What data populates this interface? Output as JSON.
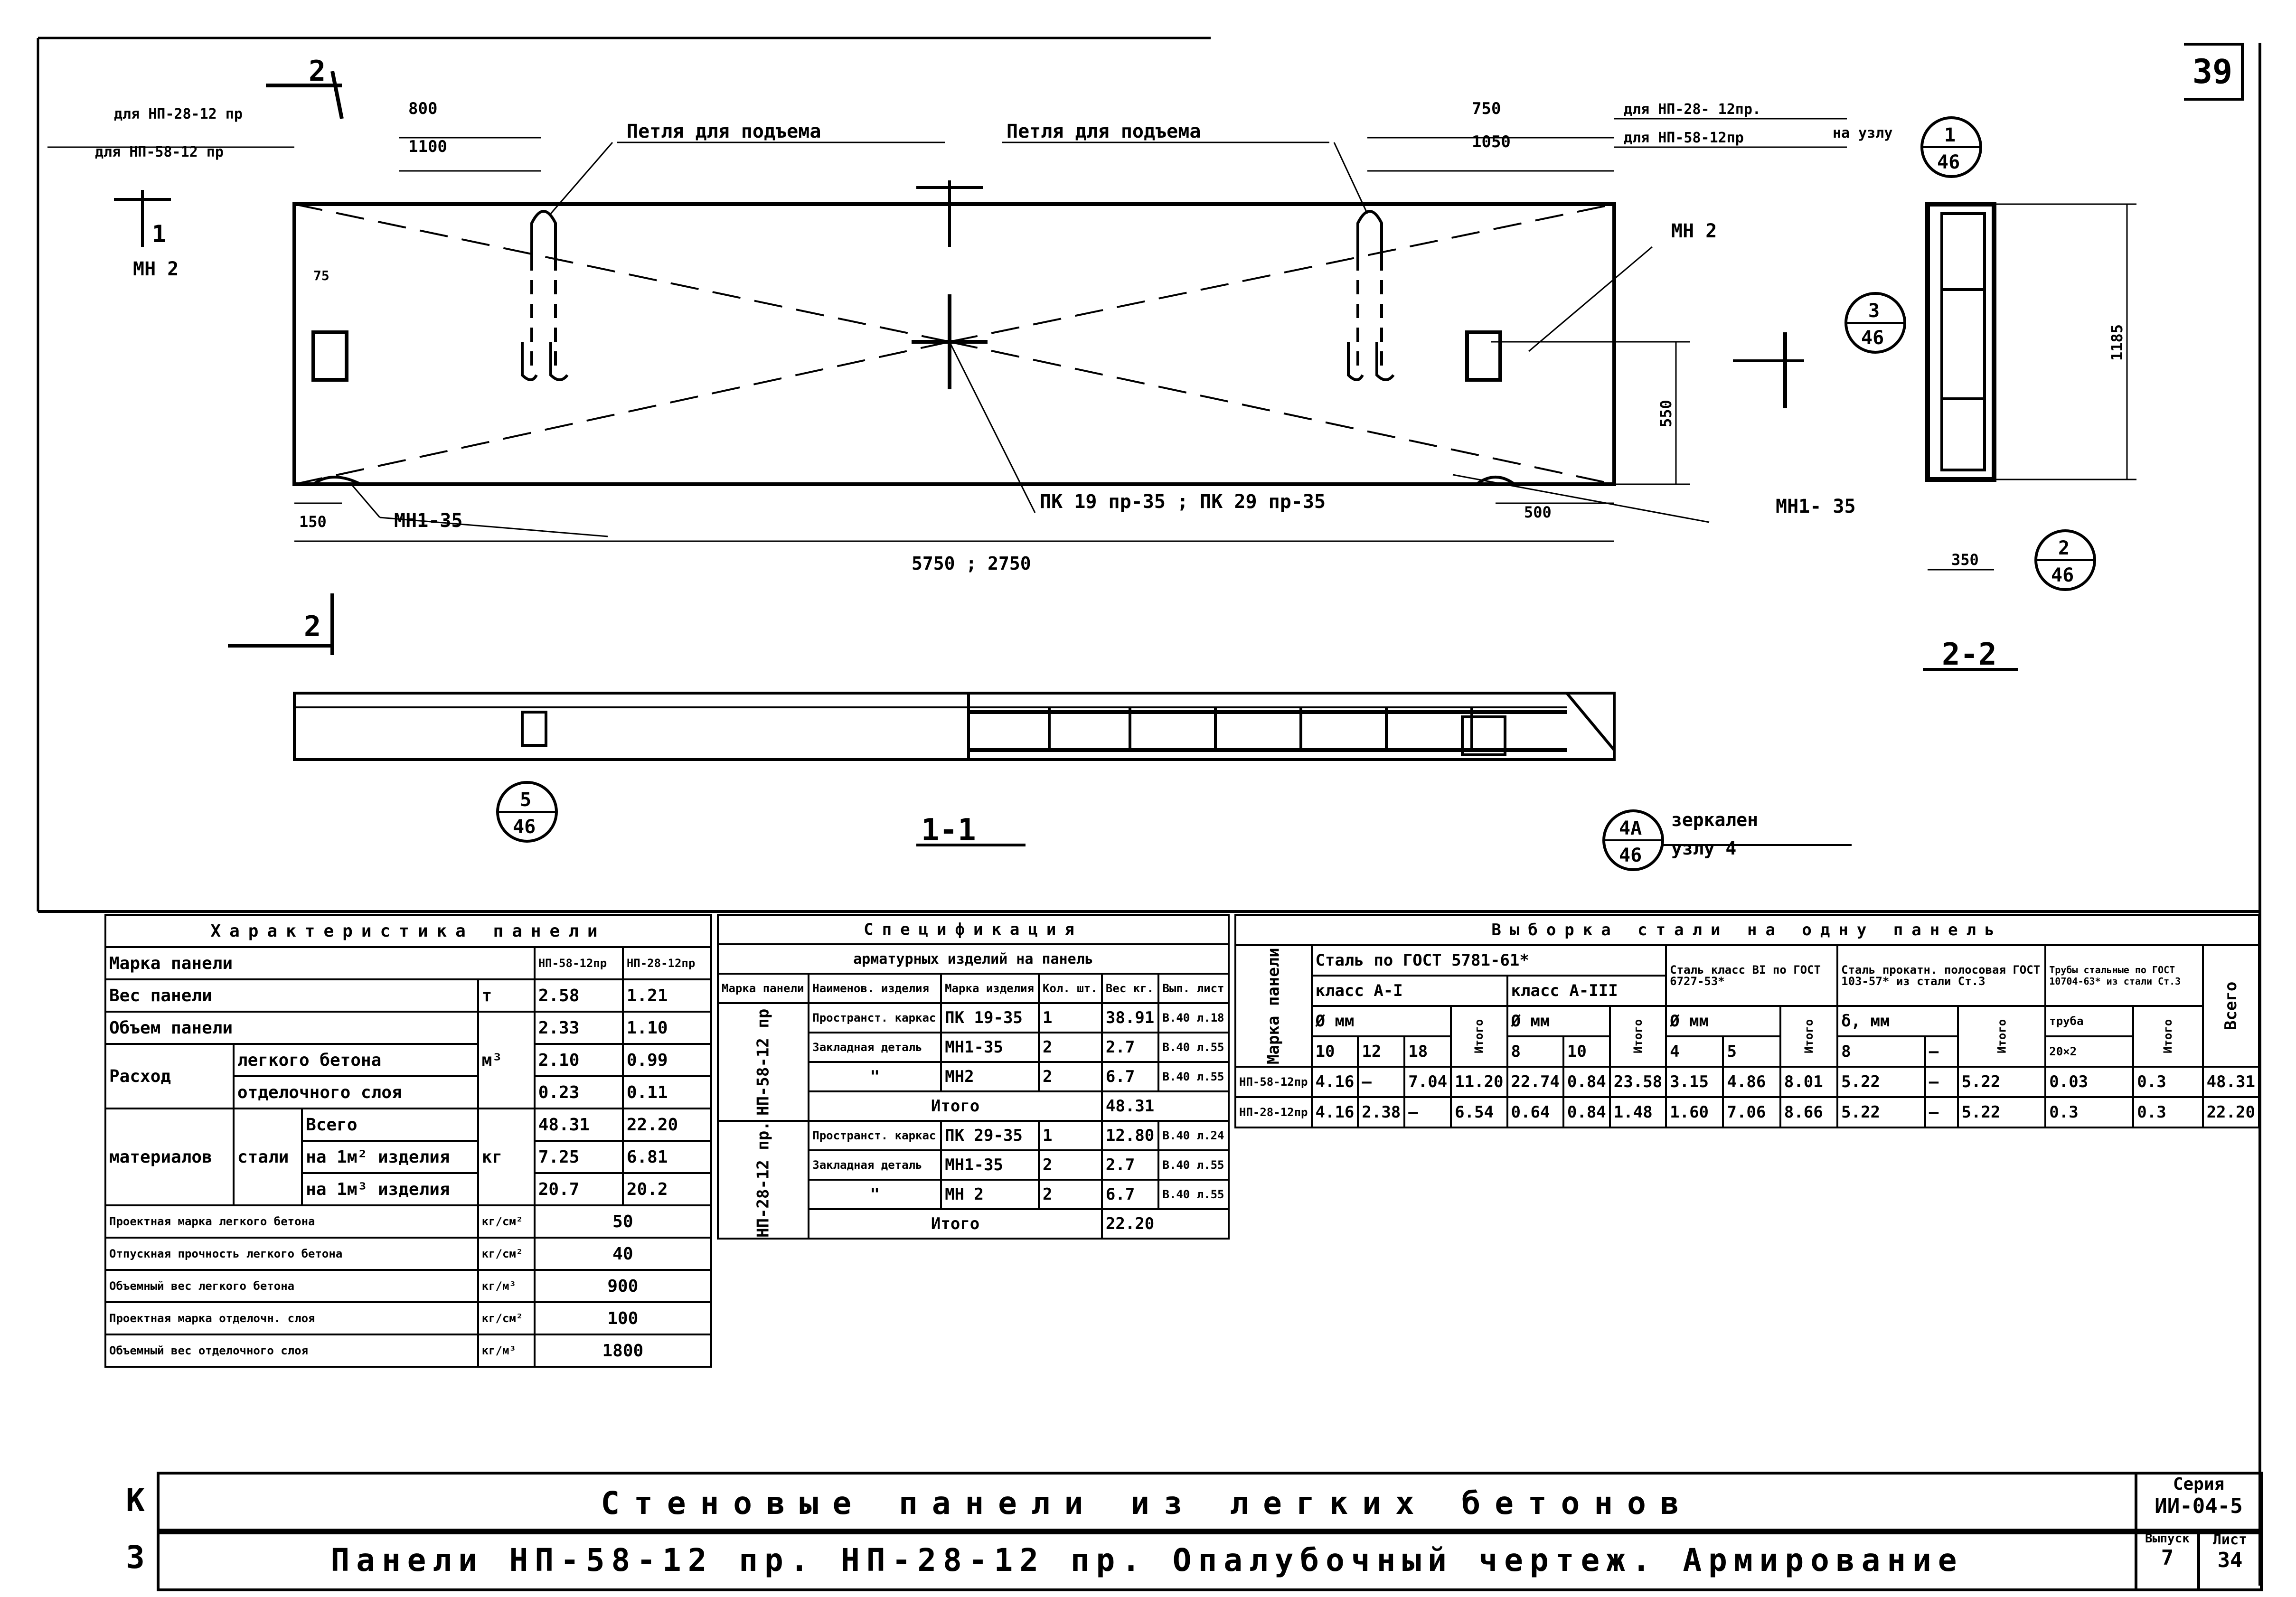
{
  "sheet": {
    "page_number": "39"
  },
  "labels": {
    "lift_loop_left": "Петля для подъема",
    "lift_loop_right": "Петля для подъема",
    "mh2_left": "МН 2",
    "mh2_right": "МН 2",
    "mh1_left": "МН1-35",
    "mh1_right": "МН1- 35",
    "pk": "ПК 19 пр-35 ;  ПК 29 пр-35",
    "dim_800": "800",
    "dim_1100": "1100",
    "dim_750": "750",
    "dim_1050": "1050",
    "dim_150": "150",
    "dim_500": "500",
    "dim_550": "550",
    "dim_350": "350",
    "dim_1185": "1185",
    "dim_75": "75",
    "dim_total": "5750 ;  2750",
    "for_np28_left": "для НП-28-12 пр",
    "for_np58_left": "для НП-58-12 пр",
    "for_np28_right": "для НП-28- 12пр.",
    "for_np58_right": "для НП-58-12пр",
    "na_uzlu": "на узлу",
    "mirrored": "зеркален",
    "uzlu4": "узлу 4",
    "section_1": "1",
    "section_2": "2",
    "section_11": "1-1",
    "section_22": "2-2"
  },
  "callouts": [
    {
      "top": "1",
      "bottom": "46"
    },
    {
      "top": "3",
      "bottom": "46"
    },
    {
      "top": "2",
      "bottom": "46"
    },
    {
      "top": "5",
      "bottom": "46"
    },
    {
      "top": "4А",
      "bottom": "46"
    }
  ],
  "characteristics": {
    "title": "Характеристика панели",
    "col_mark": "Марка панели",
    "col_a": "НП-58-12пр",
    "col_b": "НП-28-12пр",
    "rows": [
      {
        "label": "Вес панели",
        "unit": "т",
        "a": "2.58",
        "b": "1.21"
      },
      {
        "label": "Объем панели",
        "unit": "м³",
        "a": "2.33",
        "b": "1.10"
      },
      {
        "label": "легкого бетона",
        "a": "2.10",
        "b": "0.99"
      },
      {
        "label": "отделочного слоя",
        "a": "0.23",
        "b": "0.11"
      },
      {
        "label": "Всего",
        "unit": "кг",
        "a": "48.31",
        "b": "22.20"
      },
      {
        "label": "на 1м² изделия",
        "a": "7.25",
        "b": "6.81"
      },
      {
        "label": "на 1м³ изделия",
        "a": "20.7",
        "b": "20.2"
      },
      {
        "label": "Проектная марка легкого бетона",
        "unit": "кг/см²",
        "v": "50"
      },
      {
        "label": "Отпускная прочность легкого бетона",
        "unit": "кг/см²",
        "v": "40"
      },
      {
        "label": "Объемный вес легкого бетона",
        "unit": "кг/м³",
        "v": "900"
      },
      {
        "label": "Проектная марка отделочн. слоя",
        "unit": "кг/см²",
        "v": "100"
      },
      {
        "label": "Объемный вес отделочного слоя",
        "unit": "кг/м³",
        "v": "1800"
      }
    ],
    "group_rashod": "Расход",
    "group_materials": "материалов",
    "group_stali": "стали"
  },
  "specification": {
    "title": "Спецификация",
    "subtitle": "арматурных изделий на панель",
    "headers": [
      "Марка панели",
      "Наименов. изделия",
      "Марка изделия",
      "Кол. шт.",
      "Вес кг.",
      "Вып. лист"
    ],
    "groups": [
      {
        "panel": "НП-58-12 пр",
        "rows": [
          {
            "name": "Пространст. каркас",
            "mark": "ПК 19-35",
            "qty": "1",
            "weight": "38.91",
            "sheet": "В.40 л.18"
          },
          {
            "name": "Закладная деталь",
            "mark": "МН1-35",
            "qty": "2",
            "weight": "2.7",
            "sheet": "В.40 л.55"
          },
          {
            "name": "\"",
            "mark": "МН2",
            "qty": "2",
            "weight": "6.7",
            "sheet": "В.40 л.55"
          }
        ],
        "total_label": "Итого",
        "total": "48.31"
      },
      {
        "panel": "НП-28-12 пр.",
        "rows": [
          {
            "name": "Пространст. каркас",
            "mark": "ПК 29-35",
            "qty": "1",
            "weight": "12.80",
            "sheet": "В.40 л.24"
          },
          {
            "name": "Закладная деталь",
            "mark": "МН1-35",
            "qty": "2",
            "weight": "2.7",
            "sheet": "В.40 л.55"
          },
          {
            "name": "\"",
            "mark": "МН 2",
            "qty": "2",
            "weight": "6.7",
            "sheet": "В.40 л.55"
          }
        ],
        "total_label": "Итого",
        "total": "22.20"
      }
    ]
  },
  "steel": {
    "title": "Выборка стали на одну панель",
    "mark": "Марка панели",
    "gost5781": "Сталь по ГОСТ 5781-61*",
    "class_a1": "класс А-I",
    "class_a3": "класс А-III",
    "class_v1": "Сталь класс ВI по ГОСТ 6727-53*",
    "rolled": "Сталь прокатн. полосовая ГОСТ 103-57* из стали Ст.3",
    "pipes": "Трубы стальные по ГОСТ 10704-63* из стали Ст.3",
    "total": "Всего",
    "phi_mm": "Ø мм",
    "delta_mm": "δ, мм",
    "itogo": "Итого",
    "pipe": "труба",
    "d10": "10",
    "d12": "12",
    "d18": "18",
    "d8": "8",
    "d10b": "10",
    "d4": "4",
    "d5": "5",
    "d_strip": "8",
    "d_dash": "—",
    "pipe_size": "20×2",
    "rows": [
      {
        "mark": "НП-58-12пр",
        "c": [
          "4.16",
          "—",
          "7.04",
          "11.20",
          "22.74",
          "0.84",
          "23.58",
          "3.15",
          "4.86",
          "8.01",
          "5.22",
          "—",
          "5.22",
          "0.03",
          "0.3",
          "48.31"
        ]
      },
      {
        "mark": "НП-28-12пр",
        "c": [
          "4.16",
          "2.38",
          "—",
          "6.54",
          "0.64",
          "0.84",
          "1.48",
          "1.60",
          "7.06",
          "8.66",
          "5.22",
          "—",
          "5.22",
          "0.3",
          "0.3",
          "22.20"
        ]
      }
    ]
  },
  "title_block": {
    "row1_letter": "К",
    "row2_letter": "3",
    "row1": "Стеновые панели из легких бетонов",
    "row2": "Панели НП-58-12 пр. НП-28-12 пр. Опалубочный чертеж. Армирование",
    "series_label": "Серия",
    "series": "ИИ-04-5",
    "issue_label": "Выпуск",
    "issue": "7",
    "sheet_label": "Лист",
    "sheet": "34"
  }
}
